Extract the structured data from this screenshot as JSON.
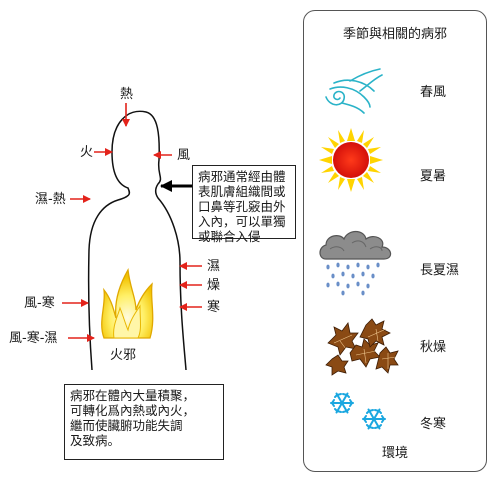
{
  "left": {
    "top_heat": "熱",
    "fire": "火",
    "wind": "風",
    "damp_heat": "濕-熱",
    "damp": "濕",
    "dry": "燥",
    "cold": "寒",
    "wind_cold": "風-寒",
    "wind_cold_damp": "風-寒-濕",
    "fire_evil": "火邪",
    "entry_note": [
      "病邪通常經由體",
      "表肌膚組織間或",
      "口鼻等孔竅由外",
      "入內，可以單獨",
      "或聯合入侵"
    ],
    "accumulate_note": [
      "病邪在體內大量積聚，",
      "可轉化爲內熱或內火，",
      "繼而使臟腑功能失調",
      "及致病。"
    ]
  },
  "right": {
    "title": "季節與相關的病邪",
    "seasons": [
      {
        "icon": "wind-icon",
        "label": "春風"
      },
      {
        "icon": "sun-icon",
        "label": "夏暑"
      },
      {
        "icon": "rain-cloud-icon",
        "label": "長夏濕"
      },
      {
        "icon": "dry-leaves-icon",
        "label": "秋燥"
      },
      {
        "icon": "snowflake-icon",
        "label": "冬寒"
      }
    ],
    "footer": "環境"
  }
}
